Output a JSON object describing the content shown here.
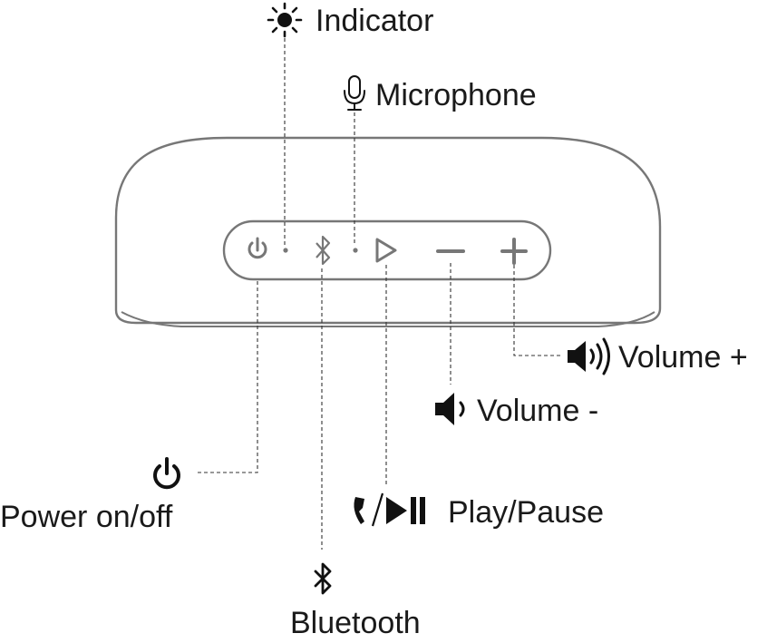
{
  "labels": {
    "indicator": "Indicator",
    "microphone": "Microphone",
    "volume_up": "Volume +",
    "volume_down": "Volume -",
    "play_pause": "Play/Pause",
    "power": "Power on/off",
    "bluetooth": "Bluetooth"
  },
  "colors": {
    "device_outline": "#777777",
    "leader_line": "#333333",
    "icon": "#111111",
    "text": "#1a1a1a"
  },
  "icons": {
    "indicator": "sun-icon",
    "microphone": "microphone-icon",
    "volume_up": "speaker-loud-icon",
    "volume_down": "speaker-soft-icon",
    "play_pause": "phone-play-pause-icon",
    "power": "power-icon",
    "bluetooth": "bluetooth-icon"
  }
}
